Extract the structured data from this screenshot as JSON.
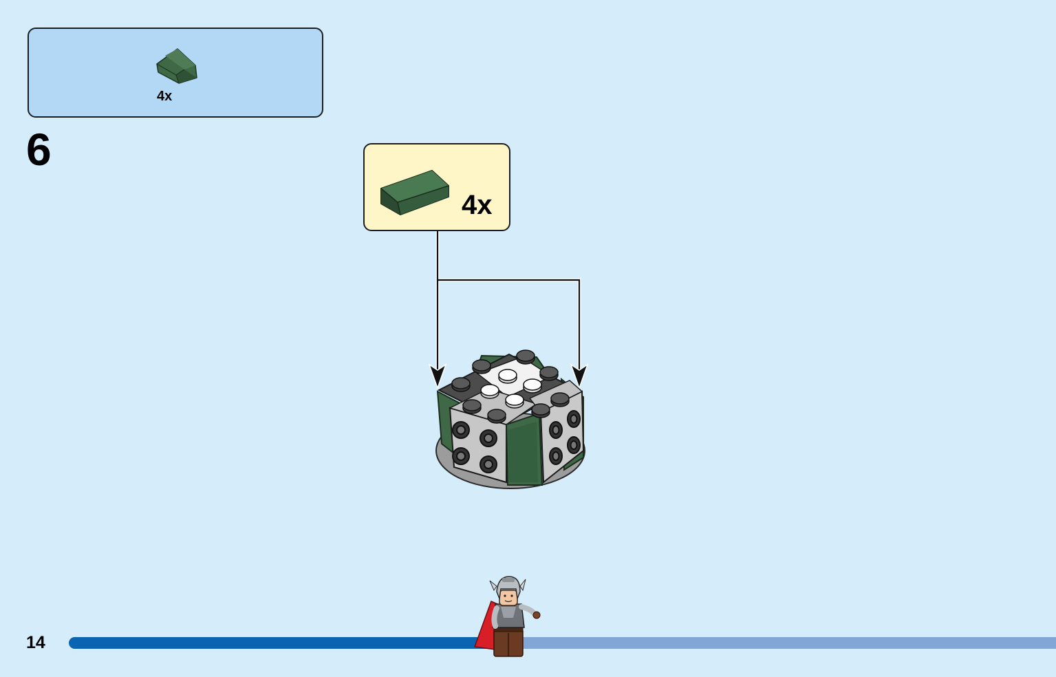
{
  "page": {
    "step_number": "6",
    "page_number": "14",
    "progress_fraction": 0.43
  },
  "parts_list": {
    "items": [
      {
        "quantity": "4x",
        "icon": "dark-green-slope-1x2-icon",
        "color": "#3f6846"
      }
    ]
  },
  "callout": {
    "quantity": "4x",
    "icon": "dark-green-slope-1x2-icon",
    "color": "#3f6846"
  },
  "model": {
    "icon": "round-brick-assembly-icon",
    "colors": {
      "slope": "#3f6846",
      "light_gray": "#c5c5c5",
      "dark_gray": "#4c4c4c",
      "white": "#f4f4f4"
    }
  },
  "character": {
    "icon": "thor-minifigure-icon",
    "cape_color": "#d81e26"
  },
  "colors": {
    "page_background": "#d5ecfb",
    "parts_box": "#b3d8f5",
    "callout_box": "#fff6c8",
    "progress_fill": "#0a64b1",
    "progress_track": "#82a6d6"
  }
}
